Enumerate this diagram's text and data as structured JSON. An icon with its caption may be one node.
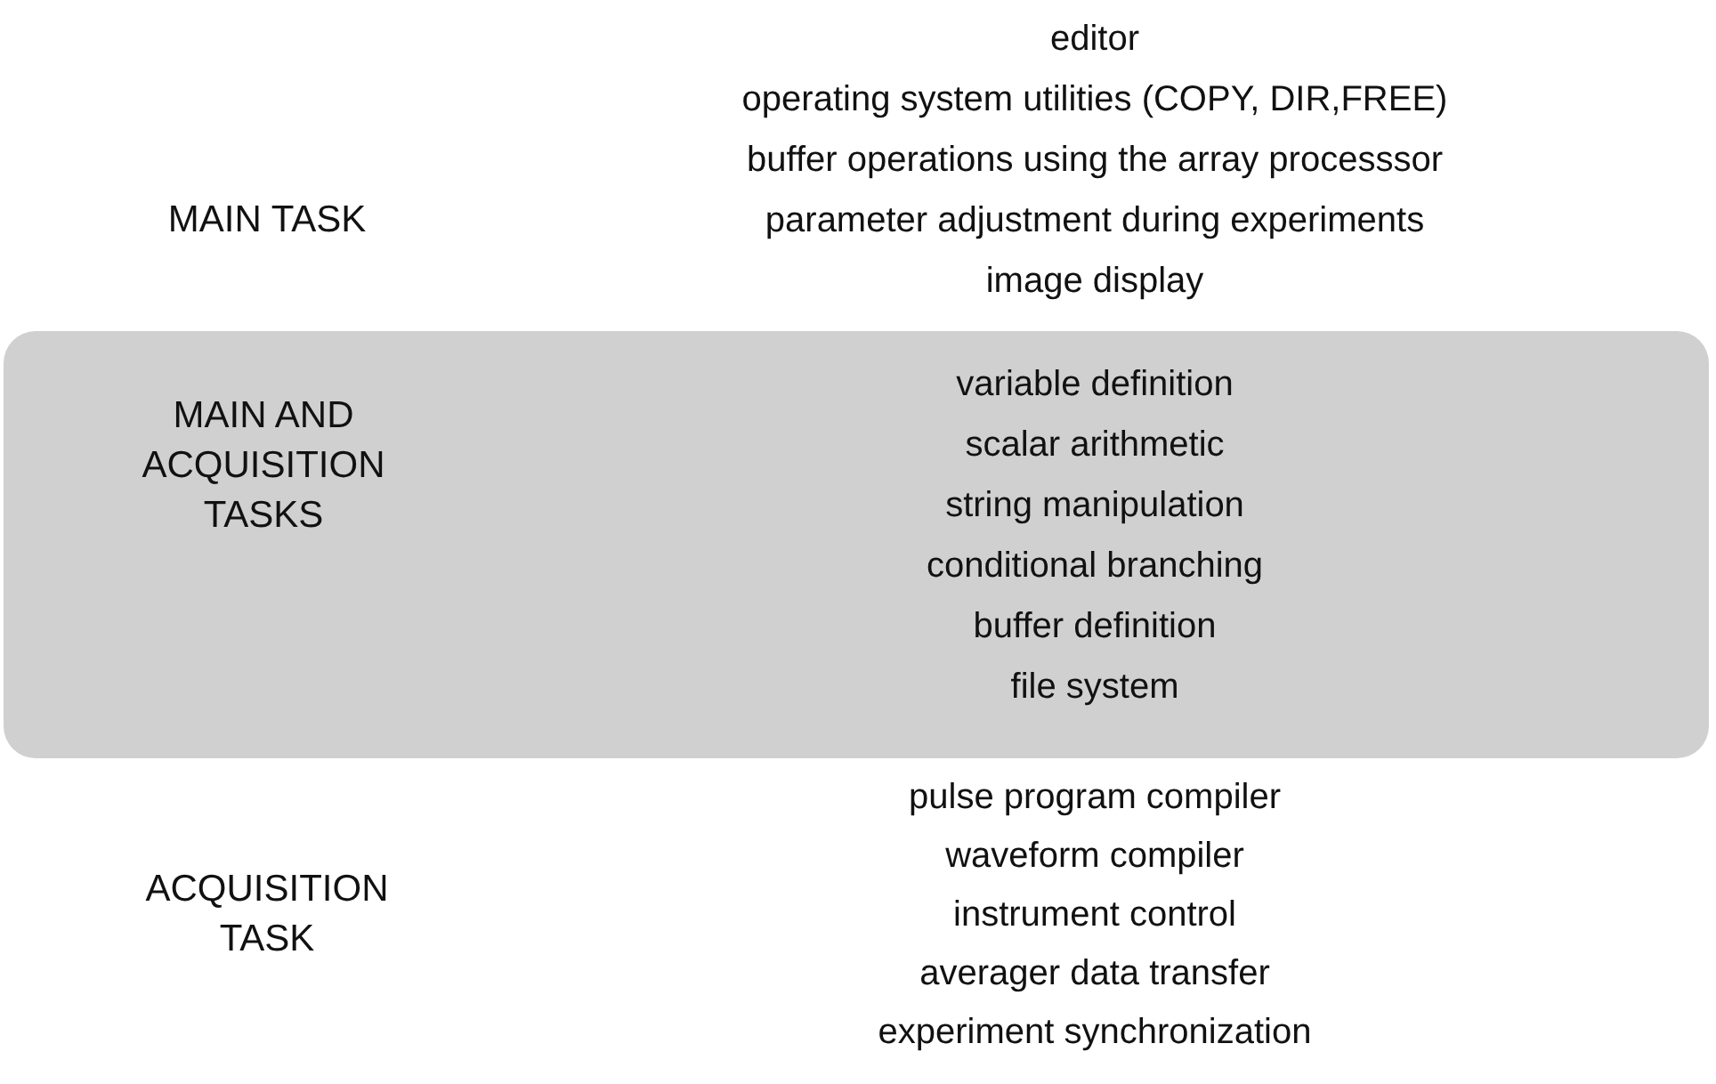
{
  "diagram": {
    "nodes": [
      {
        "text": [
          "MAIN AND ACQUISITION TASKS",
          "variable definition",
          "scalar arithmetic",
          "string manipulation",
          "conditional branching",
          "buffer definition",
          "file system"
        ]
      }
    ],
    "labels": [
      "editor",
      "operating system utilities (COPY, DIR,FREE)",
      "MAIN TASK",
      "buffer operations using the array processsor",
      "parameter adjustment during experiments",
      "image display",
      "pulse program compiler",
      "waveform compiler",
      "ACQUISITION TASK",
      "instrument control",
      "averager data transfer",
      "experiment synchronization"
    ]
  }
}
